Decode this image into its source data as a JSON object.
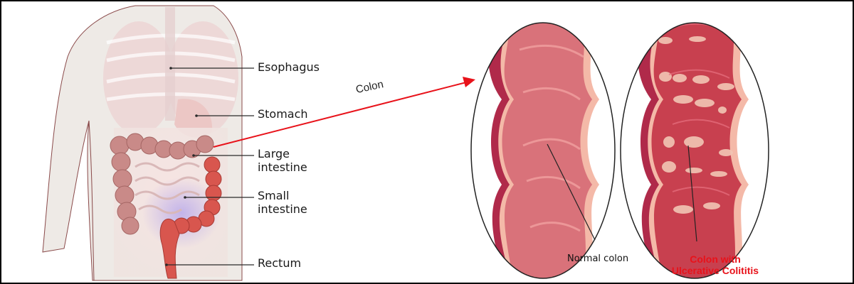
{
  "anatomy": {
    "labels": {
      "esophagus": "Esophagus",
      "stomach": "Stomach",
      "large_intestine_line1": "Large",
      "large_intestine_line2": "intestine",
      "small_intestine_line1": "Small",
      "small_intestine_line2": "intestine",
      "rectum": "Rectum"
    }
  },
  "callout": {
    "arrow_label": "Colon",
    "arrow_color": "#e8121a"
  },
  "comparison": {
    "normal_label": "Normal colon",
    "diseased_label_line1": "Colon with",
    "diseased_label_line2": "Ulcerative Colititis",
    "diseased_label_color": "#e8121a"
  },
  "colors": {
    "tissue_normal": "#d9727a",
    "tissue_inflamed": "#c8404f",
    "wall_light": "#f4b9a8",
    "wall_dark": "#b02a4a",
    "ulcer": "#f2c6b4",
    "colon_healthy": "#c98a88",
    "colon_inflamed": "#d8564e"
  }
}
